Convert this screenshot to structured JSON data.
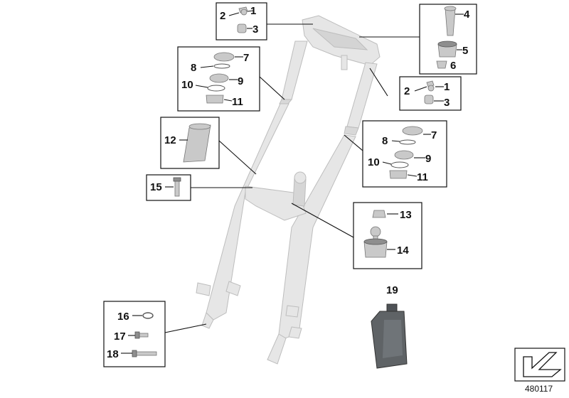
{
  "callouts": {
    "top_left": {
      "c1": "1",
      "c2": "2",
      "c3": "3"
    },
    "top_right": {
      "c4": "4",
      "c5": "5",
      "c6": "6"
    },
    "mid_right": {
      "c1": "1",
      "c2": "2",
      "c3": "3"
    },
    "seal_left": {
      "c7": "7",
      "c8": "8",
      "c9": "9",
      "c10": "10",
      "c11": "11"
    },
    "seal_right": {
      "c7": "7",
      "c8": "8",
      "c9": "9",
      "c10": "10",
      "c11": "11"
    },
    "tube": {
      "c12": "12"
    },
    "screw": {
      "c15": "15"
    },
    "joint": {
      "c13": "13",
      "c14": "14"
    },
    "bottom": {
      "c16": "16",
      "c17": "17",
      "c18": "18"
    },
    "oil": {
      "c19": "19"
    }
  },
  "diagram_ref": "480117",
  "colors": {
    "outline": "#111111",
    "fork": "#e6e6e6",
    "part": "#c9c9c9",
    "oil_bottle": "#5f6366"
  },
  "icons": [
    "parts-direction-arrow-icon"
  ]
}
